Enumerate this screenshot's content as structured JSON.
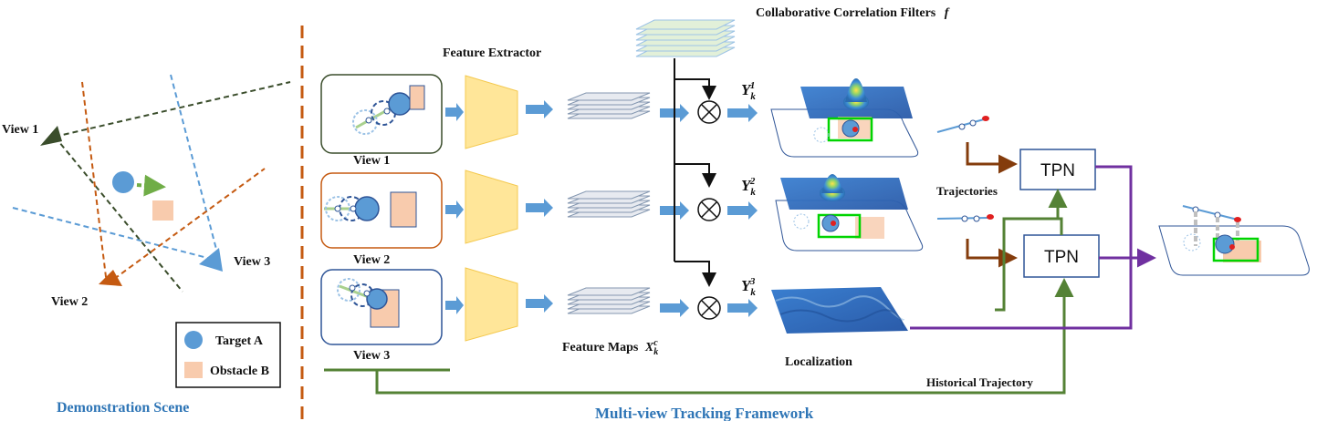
{
  "scene": {
    "view1": "View 1",
    "view2": "View 2",
    "view3": "View 3",
    "legend_target": "Target A",
    "legend_obstacle": "Obstacle B",
    "title": "Demonstration Scene"
  },
  "framework": {
    "title": "Multi-view Tracking Framework",
    "feature_extractor": "Feature Extractor",
    "feature_maps": "Feature Maps",
    "feature_maps_sym": "X",
    "feature_maps_sup": "c",
    "feature_maps_sub": "k",
    "filters": "Collaborative Correlation Filters",
    "filters_sym": "f",
    "view1": "View 1",
    "view2": "View 2",
    "view3": "View 3",
    "response_sym": "Y",
    "response_sub": "k",
    "response_sup1": "1",
    "response_sup2": "2",
    "response_sup3": "3",
    "localization": "Localization",
    "trajectories": "Trajectories",
    "historical": "Historical Trajectory",
    "tpn1": "TPN",
    "tpn2": "TPN"
  },
  "colors": {
    "blue": "#5b9bd5",
    "orange_brown": "#c55a11",
    "dark_green": "#3a4d2b",
    "green": "#548235",
    "purple": "#7030a0",
    "brown": "#843c0c",
    "extractor": "#ffe699"
  }
}
